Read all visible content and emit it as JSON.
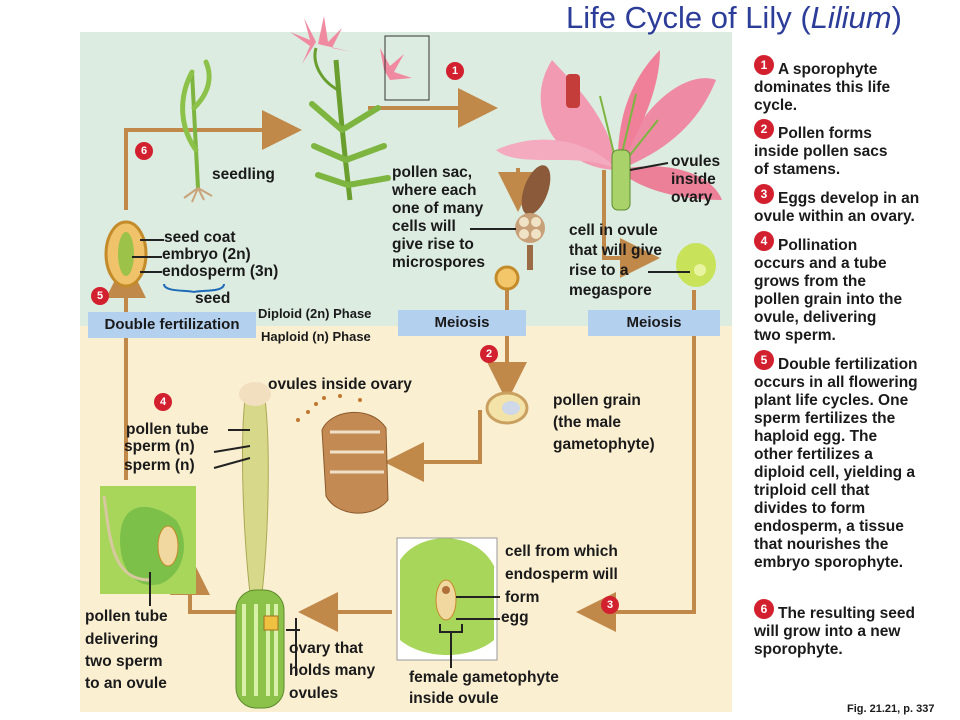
{
  "title_prefix": "Life Cycle of Lily (",
  "title_italic": "Lilium",
  "title_suffix": ")",
  "phases": {
    "diploid": "Diploid (2n) Phase",
    "haploid": "Haploid (n) Phase"
  },
  "boxes": {
    "double_fertilization": "Double fertilization",
    "meiosis_left": "Meiosis",
    "meiosis_right": "Meiosis"
  },
  "labels": {
    "seedling": "seedling",
    "seed_coat": "seed coat",
    "embryo": "embryo (2n)",
    "endosperm": "endosperm (3n)",
    "seed": "seed",
    "pollen_sac_1": "pollen sac,",
    "pollen_sac_2": "where each",
    "pollen_sac_3": "one of many",
    "pollen_sac_4": "cells will",
    "pollen_sac_5": "give rise to",
    "pollen_sac_6": "microspores",
    "ovules_1": "ovules",
    "ovules_2": "inside",
    "ovules_3": "ovary",
    "cell_ovule_1": "cell in ovule",
    "cell_ovule_2": "that will give",
    "cell_ovule_3": "rise to a",
    "cell_ovule_4": "megaspore",
    "ovules_inside_ovary": "ovules inside ovary",
    "pollen_tube": "pollen tube",
    "sperm_1": "sperm (n)",
    "sperm_2": "sperm (n)",
    "pollen_grain_1": "pollen grain",
    "pollen_grain_2": "(the male",
    "pollen_grain_3": "gametophyte)",
    "cell_endosperm_1": "cell from which",
    "cell_endosperm_2": "endosperm will",
    "cell_endosperm_3": "form",
    "egg": "egg",
    "female_1": "female gametophyte",
    "female_2": "inside ovule",
    "ovary_holds_1": "ovary that",
    "ovary_holds_2": "holds many",
    "ovary_holds_3": "ovules",
    "tube_delivering_1": "pollen tube",
    "tube_delivering_2": "delivering",
    "tube_delivering_3": "two sperm",
    "tube_delivering_4": "to an ovule"
  },
  "badges": [
    "1",
    "2",
    "3",
    "4",
    "5",
    "6"
  ],
  "steps": [
    {
      "num": "1",
      "lines": [
        "A sporophyte",
        "dominates this life",
        "cycle."
      ]
    },
    {
      "num": "2",
      "lines": [
        "Pollen forms",
        "inside pollen sacs",
        "of stamens."
      ]
    },
    {
      "num": "3",
      "lines": [
        "Eggs develop in an",
        "ovule within an ovary."
      ]
    },
    {
      "num": "4",
      "lines": [
        "Pollination",
        "occurs and a tube",
        "grows from the",
        "pollen grain into the",
        "ovule, delivering",
        "two sperm."
      ]
    },
    {
      "num": "5",
      "lines": [
        "Double fertilization",
        "occurs in all flowering",
        "plant life cycles. One",
        "sperm fertilizes the",
        "haploid egg. The",
        "other fertilizes a",
        "diploid cell, yielding a",
        "triploid cell that",
        "divides to form",
        "endosperm, a tissue",
        "that nourishes the",
        "embryo sporophyte."
      ]
    },
    {
      "num": "6",
      "lines": [
        "The resulting seed",
        "will grow into a new",
        "sporophyte."
      ]
    }
  ],
  "figure_ref": "Fig. 21.21, p. 337",
  "colors": {
    "diploid_bg": "#dcece0",
    "haploid_bg": "#fbefd2",
    "arrow": "#c0894a",
    "title": "#2c3c99",
    "badge": "#d2202f",
    "box": "#b4d0ef"
  }
}
